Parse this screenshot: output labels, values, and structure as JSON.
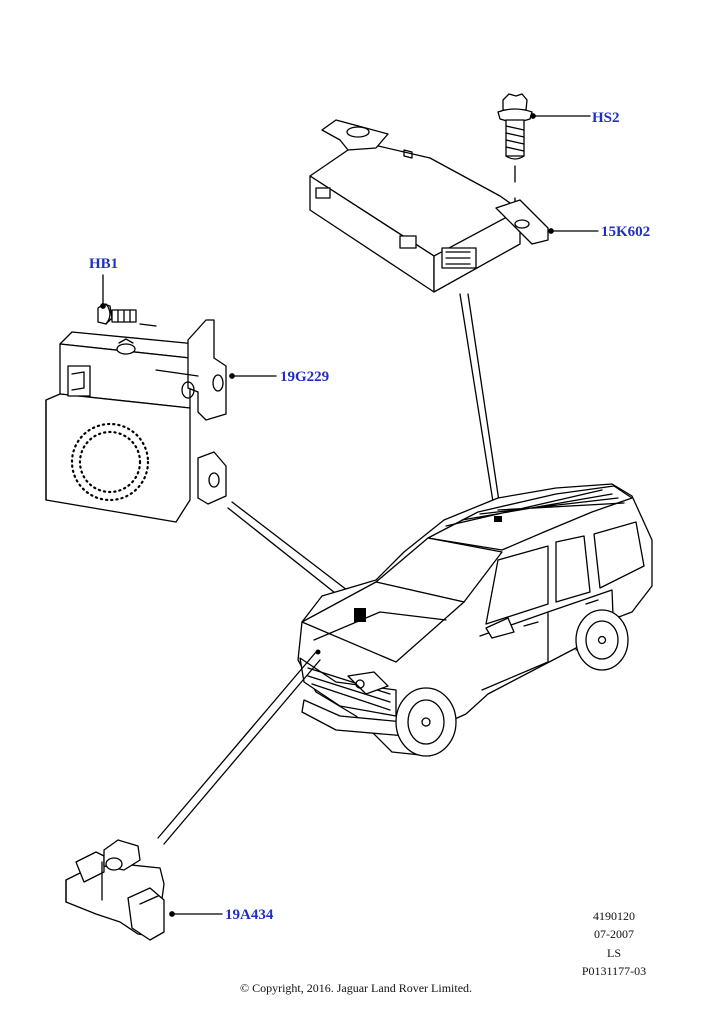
{
  "callouts": {
    "hs2": "HS2",
    "k15602": "15K602",
    "hb1": "HB1",
    "g19229": "19G229",
    "a19434": "19A434"
  },
  "meta": {
    "ref_number": "4190120",
    "date": "07-2007",
    "code": "LS",
    "part_ref": "P0131177-03"
  },
  "copyright": "© Copyright, 2016. Jaguar Land Rover Limited.",
  "colors": {
    "callout": "#1f2fbf",
    "line": "#000000"
  }
}
